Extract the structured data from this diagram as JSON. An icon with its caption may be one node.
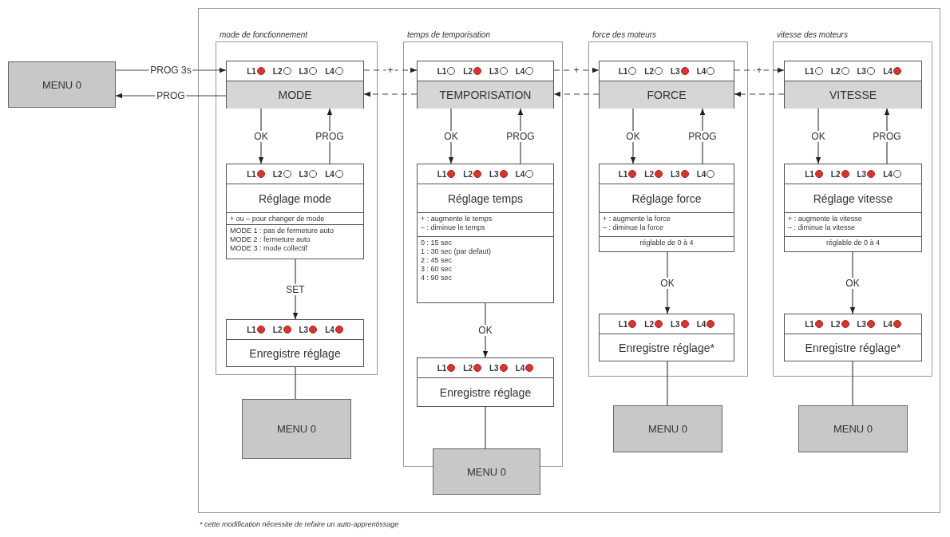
{
  "diagram": {
    "caption": "* cette modification nécessite de refaire un auto-apprentissage",
    "nodes": [
      {
        "text": [
          "MENU 0"
        ]
      },
      {
        "text": [
          "mode de fonctionnement"
        ]
      },
      {
        "text": [
          "L1",
          "L2",
          "L3",
          "L4",
          "MODE"
        ],
        "in": 1
      },
      {
        "text": [
          "L1",
          "L2",
          "L3",
          "L4",
          "Réglage mode",
          "+ ou – pour changer de mode",
          "MODE 1 : pas de fermeture auto",
          "MODE 2 : fermeture auto",
          "MODE 3 : mode collectif"
        ],
        "in": 1
      },
      {
        "text": [
          "L1",
          "L2",
          "L3",
          "L4",
          "Enregistre réglage"
        ],
        "in": 1
      },
      {
        "text": [
          "MENU 0"
        ]
      },
      {
        "text": [
          "temps de temporisation"
        ]
      },
      {
        "text": [
          "L1",
          "L2",
          "L3",
          "L4",
          "TEMPORISATION"
        ],
        "in": 6
      },
      {
        "text": [
          "L1",
          "L2",
          "L3",
          "L4",
          "Réglage temps",
          "+ : augmente le temps",
          "– : diminue le temps",
          "0 : 15 sec",
          "1 : 30 sec (par defaut)",
          "2 : 45 sec",
          "3 : 60 sec",
          "4 : 90 sec"
        ],
        "in": 6
      },
      {
        "text": [
          "L1",
          "L2",
          "L3",
          "L4",
          "Enregistre réglage"
        ],
        "in": 6
      },
      {
        "text": [
          "MENU 0"
        ]
      },
      {
        "text": [
          "force des moteurs"
        ]
      },
      {
        "text": [
          "L1",
          "L2",
          "L3",
          "L4",
          "FORCE"
        ],
        "in": 11
      },
      {
        "text": [
          "L1",
          "L2",
          "L3",
          "L4",
          "Réglage force",
          "+ : augmente la force",
          "– : diminue la force",
          "réglable de 0 à 4"
        ],
        "in": 11
      },
      {
        "text": [
          "L1",
          "L2",
          "L3",
          "L4",
          "Enregistre réglage*"
        ],
        "in": 11
      },
      {
        "text": [
          "MENU 0"
        ]
      },
      {
        "text": [
          "vitesse des moteurs"
        ]
      },
      {
        "text": [
          "L1",
          "L2",
          "L3",
          "L4",
          "VITESSE"
        ],
        "in": 16
      },
      {
        "text": [
          "L1",
          "L2",
          "L3",
          "L4",
          "Réglage vitesse",
          "+ : augmente la vitesse",
          "– : diminue la vitesse",
          "réglable de 0 à 4"
        ],
        "in": 16
      },
      {
        "text": [
          "L1",
          "L2",
          "L3",
          "L4",
          "Enregistre réglage*"
        ],
        "in": 16
      },
      {
        "text": [
          "MENU 0"
        ]
      }
    ],
    "edges": [
      {
        "from": 0,
        "to": 2,
        "arrow": "to",
        "label": "PROG 3s"
      },
      {
        "from": 2,
        "to": 0,
        "arrow": "to",
        "label": "PROG"
      },
      {
        "from": 2,
        "to": 7,
        "arrow": "to",
        "label": "+",
        "style": "dashed"
      },
      {
        "from": 7,
        "to": 2,
        "arrow": "to",
        "style": "dashed"
      },
      {
        "from": 7,
        "to": 12,
        "arrow": "to",
        "label": "+",
        "style": "dashed"
      },
      {
        "from": 12,
        "to": 7,
        "arrow": "to",
        "style": "dashed"
      },
      {
        "from": 12,
        "to": 17,
        "arrow": "to",
        "label": "+",
        "style": "dashed"
      },
      {
        "from": 17,
        "to": 12,
        "arrow": "to",
        "style": "dashed"
      },
      {
        "from": 2,
        "to": 3,
        "arrow": "to",
        "label": "OK"
      },
      {
        "from": 3,
        "to": 2,
        "arrow": "to",
        "label": "PROG"
      },
      {
        "from": 3,
        "to": 4,
        "arrow": "to",
        "label": "SET"
      },
      {
        "from": 4,
        "to": 5,
        "arrow": "none"
      },
      {
        "from": 7,
        "to": 8,
        "arrow": "to",
        "label": "OK"
      },
      {
        "from": 8,
        "to": 7,
        "arrow": "to",
        "label": "PROG"
      },
      {
        "from": 8,
        "to": 9,
        "arrow": "to",
        "label": "OK"
      },
      {
        "from": 9,
        "to": 10,
        "arrow": "none"
      },
      {
        "from": 12,
        "to": 13,
        "arrow": "to",
        "label": "OK"
      },
      {
        "from": 13,
        "to": 12,
        "arrow": "to",
        "label": "PROG"
      },
      {
        "from": 13,
        "to": 14,
        "arrow": "to",
        "label": "OK"
      },
      {
        "from": 14,
        "to": 15,
        "arrow": "none"
      },
      {
        "from": 17,
        "to": 18,
        "arrow": "to",
        "label": "OK"
      },
      {
        "from": 18,
        "to": 17,
        "arrow": "to",
        "label": "PROG"
      },
      {
        "from": 18,
        "to": 19,
        "arrow": "to",
        "label": "OK"
      },
      {
        "from": 19,
        "to": 20,
        "arrow": "none"
      }
    ]
  }
}
